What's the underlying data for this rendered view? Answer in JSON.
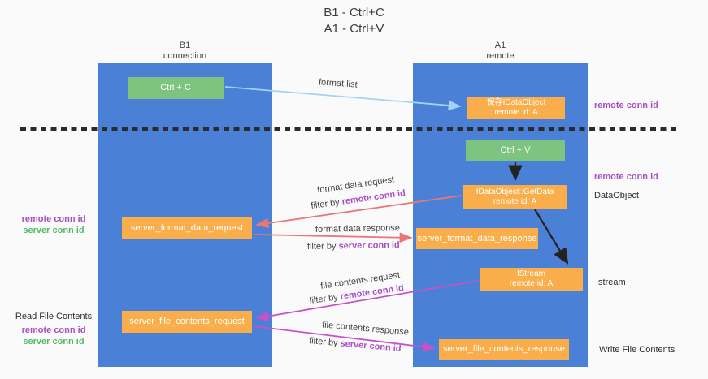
{
  "title": {
    "line1": "B1 - Ctrl+C",
    "line2": "A1 - Ctrl+V"
  },
  "lanes": {
    "b1": {
      "name": "B1",
      "subtitle": "connection"
    },
    "a1": {
      "name": "A1",
      "subtitle": "remote"
    }
  },
  "boxes": {
    "ctrl_c": {
      "label": "Ctrl + C"
    },
    "save_idataobject": {
      "line1": "保存IDataObject",
      "line2": "remote id: A"
    },
    "ctrl_v": {
      "label": "Ctrl + V"
    },
    "getdata": {
      "line1": "IDataObject::GetData",
      "line2": "remote id: A"
    },
    "format_request": {
      "label": "server_format_data_request"
    },
    "format_response": {
      "label": "server_format_data_response"
    },
    "istream": {
      "line1": "IStream",
      "line2": "remote id: A"
    },
    "file_request": {
      "label": "server_file_contents_request"
    },
    "file_response": {
      "label": "server_file_contents_response"
    }
  },
  "arrows": {
    "format_list": {
      "label": "format list"
    },
    "format_data_request": {
      "label": "format data request",
      "filter_prefix": "filter by ",
      "filter_key": "remote conn id"
    },
    "format_data_response": {
      "label": "format data response",
      "filter_prefix": "filter by ",
      "filter_key": "server conn id"
    },
    "file_contents_request": {
      "label": "file contents request",
      "filter_prefix": "filter by ",
      "filter_key": "remote conn id"
    },
    "file_contents_response": {
      "label": "file contents response",
      "filter_prefix": "filter by ",
      "filter_key": "server conn id"
    }
  },
  "side_labels": {
    "right_remote_conn_id_top": "remote conn id",
    "right_remote_conn_id_mid": "remote conn id",
    "dataobject": "DataObject",
    "istream": "Istream",
    "write_file_contents": "Write File Contents",
    "left_top": {
      "remote": "remote conn id",
      "server": "server conn id"
    },
    "left_bottom": {
      "title": "Read File Contents",
      "remote": "remote conn id",
      "server": "server conn id"
    }
  },
  "colors": {
    "background": "#FAFAFA",
    "lane_blue": "#4A80D6",
    "box_green": "#7CC47F",
    "box_orange": "#F9AE4B",
    "label_purple": "#A94FC5",
    "label_green": "#53B966",
    "arrow_salmon": "#E87878",
    "arrow_magenta": "#C653C6",
    "arrow_lightblue": "#A3D3F2",
    "arrow_black": "#222222"
  }
}
